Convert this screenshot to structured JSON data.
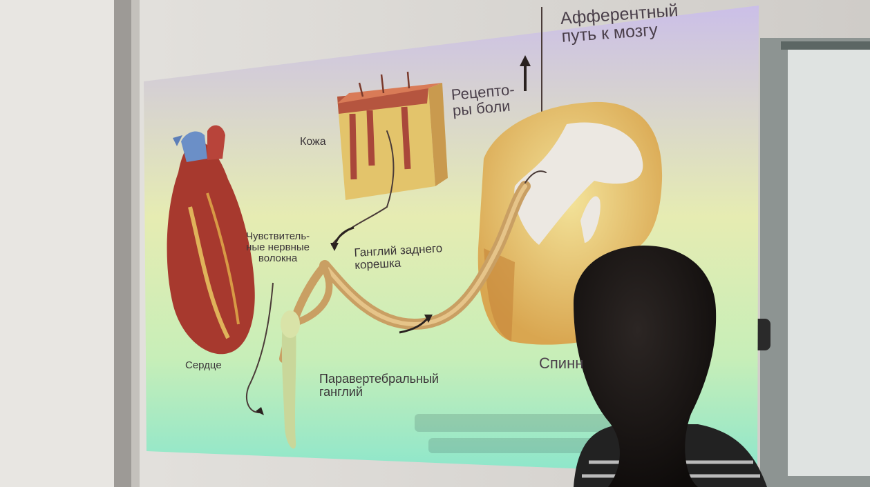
{
  "photo": {
    "subject": "photo of a projected anatomy slide on a classroom wall, viewed over a person's shoulder"
  },
  "slide": {
    "labels": {
      "afferent_path": "Афферентный\nпуть к мозгу",
      "pain_receptors": "Рецепто-\nры боли",
      "skin": "Кожа",
      "sensory_fibers": "Чувствитель-\nные нервные\nволокна",
      "dorsal_root_ganglion": "Ганглий заднего\nкорешка",
      "heart": "Сердце",
      "paravertebral_ganglion": "Паравертебральный\nганглий",
      "spinal_cord_partial": "Спинн"
    }
  },
  "colors": {
    "wall": "#d9d6d2",
    "slide_top": "#c9bfe6",
    "slide_mid": "#e4ecb4",
    "slide_bottom": "#8fe6c8",
    "label_text": "#3a3438",
    "nerve": "#c99f63",
    "heart": "#a7392e",
    "spinal_gray": "#e9e4dc",
    "hair": "#1a1614"
  }
}
